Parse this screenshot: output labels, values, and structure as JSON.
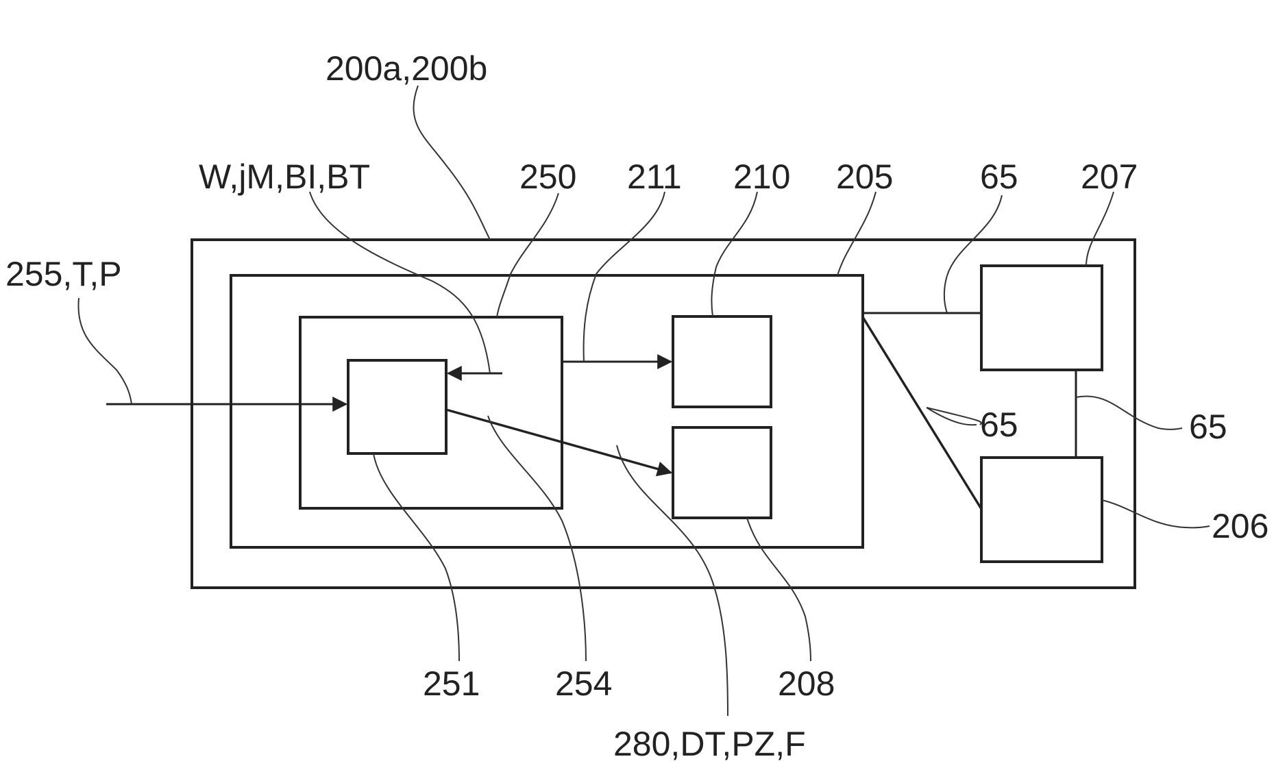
{
  "labels": {
    "system": "200a,200b",
    "params": "W,jM,BI,BT",
    "module": "250",
    "link_211": "211",
    "unit_210": "210",
    "block_205": "205",
    "link_65_top": "65",
    "unit_207": "207",
    "input": "255,T,P",
    "link_65_diag": "65",
    "link_65_right": "65",
    "unit_206": "206",
    "unit_251": "251",
    "signal_254": "254",
    "unit_208": "208",
    "output": "280,DT,PZ,F"
  },
  "colors": {
    "line": "#222222",
    "background": "#ffffff"
  }
}
